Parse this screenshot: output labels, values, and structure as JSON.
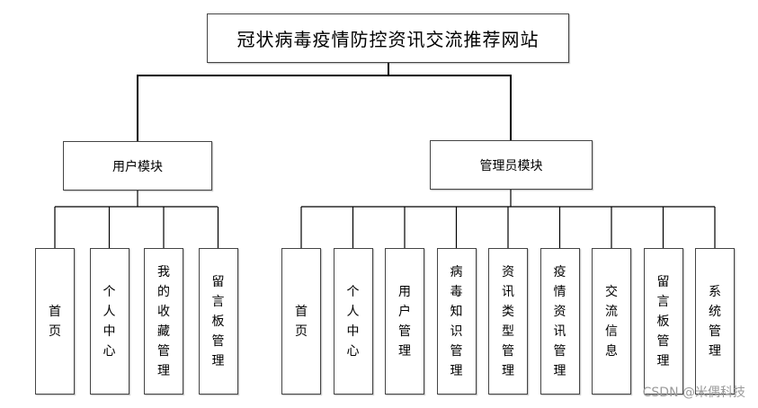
{
  "root": "冠状病毒疫情防控资讯交流推荐网站",
  "user_module": {
    "title": "用户模块",
    "items": [
      "首页",
      "个人中心",
      "我的收藏管理",
      "留言板管理"
    ]
  },
  "admin_module": {
    "title": "管理员模块",
    "items": [
      "首页",
      "个人中心",
      "用户管理",
      "病毒知识管理",
      "资讯类型管理",
      "疫情资讯管理",
      "交流信息",
      "留言板管理",
      "系统管理"
    ]
  },
  "watermark": "CSDN @米偶科技"
}
